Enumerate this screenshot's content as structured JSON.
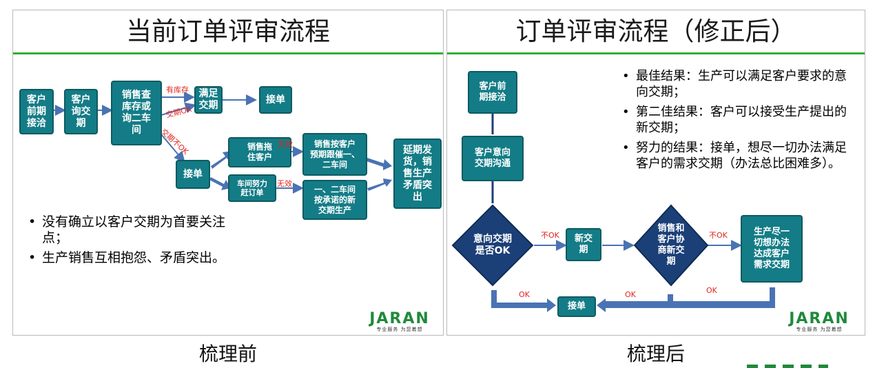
{
  "left": {
    "title": "当前订单评审流程",
    "nodes": {
      "customer_inquiry": "客户\n前期\n接洽",
      "customer_ask_date": "客户\n询交\n期",
      "sales_check": "销售查\n库存或\n询二车\n间",
      "meet_date": "满足\n交期",
      "accept_top": "接单",
      "accept_mid": "接单",
      "sales_delay": "销售拖\n住客户",
      "workshop_rush": "车间努力\n赶订单",
      "sales_urge": "销售按客户\n预期跟催一、\n二车间",
      "workshop_promise": "一、二车间\n按承诺的新\n交期生产",
      "conflict": "延期发\n货，销\n售生产\n矛盾突\n出"
    },
    "edge_labels": {
      "in_stock": "有库存",
      "date_ok": "交期OK",
      "date_not_ok": "交期不OK",
      "invalid_1": "无效",
      "invalid_2": "无效"
    },
    "bullets": [
      "没有确立以客户交期为首要关注点；",
      "生产销售互相抱怨、矛盾突出。"
    ],
    "logo": {
      "brand": "JARAN",
      "tagline": "专业服务 为您着想"
    },
    "caption": "梳理前"
  },
  "right": {
    "title": "订单评审流程（修正后）",
    "nodes": {
      "customer_inquiry": "客户前\n期接洽",
      "intent_comm": "客户意向\n交期沟通",
      "intent_ok": "意向交期\n是否OK",
      "new_date": "新交\n期",
      "negotiate": "销售和\n客户协\n商新交\n期",
      "production_effort": "生产尽一\n切想办法\n达成客户\n需求交期",
      "accept": "接单"
    },
    "edge_labels": {
      "not_ok_1": "不OK",
      "not_ok_2": "不OK",
      "ok_1": "OK",
      "ok_2": "OK",
      "ok_3": "OK"
    },
    "bullets": [
      "最佳结果：生产可以满足客户要求的意向交期；",
      "第二佳结果：客户可以接受生产提出的新交期；",
      "努力的结果：接单，想尽一切办法满足客户的需求交期（办法总比困难多）。"
    ],
    "logo": {
      "brand": "JARAN",
      "tagline": "专业服务 为您着想"
    },
    "caption": "梳理后"
  },
  "colors": {
    "node_fill": "#137c86",
    "diamond_fill": "#1b3f77",
    "arrow": "#4a73b3",
    "rule": "#2eb135",
    "label_red": "#e0261d",
    "logo_green": "#1f8a3b"
  }
}
